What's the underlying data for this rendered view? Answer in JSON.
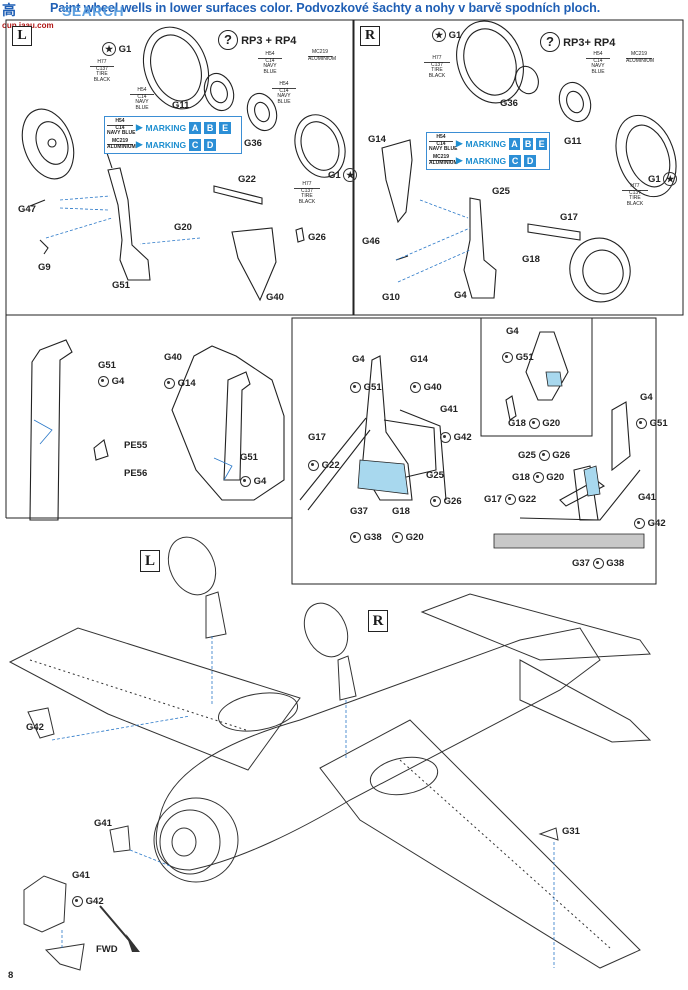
{
  "header": {
    "instruction": "Paint wheel wells in lower surfaces color.  Podvozkové šachty a nohy v barvě spodních ploch.",
    "watermark": "SEARCH",
    "logo_top": "高",
    "logo_bottom": "oup.iaau.com"
  },
  "panel_left": {
    "side_letter": "L",
    "g1_label": "G1",
    "rp_label": "RP3 + RP4",
    "mc219_top": "MC219",
    "mc219_bottom": "ALUMINIUM",
    "h54_top": "H54",
    "h54_c": "C14",
    "h54_bottom": "NAVY BLUE",
    "h77_top": "H77",
    "h77_c": "C137",
    "h77_bottom": "TIRE BLACK",
    "g11": "G11",
    "g36": "G36",
    "marking_label": "MARKING",
    "marking_row1": [
      "A",
      "B",
      "E"
    ],
    "marking_row2": [
      "C",
      "D"
    ],
    "g22": "G22",
    "g47": "G47",
    "g20": "G20",
    "g26": "G26",
    "g9": "G9",
    "g51": "G51",
    "g40": "G40"
  },
  "panel_right": {
    "side_letter": "R",
    "g1_label": "G1",
    "rp_label": "RP3+ RP4",
    "g36": "G36",
    "g11": "G11",
    "g14": "G14",
    "g25": "G25",
    "g17": "G17",
    "g46": "G46",
    "g18": "G18",
    "g10": "G10",
    "g4": "G4"
  },
  "detail": {
    "a_g51": "G51",
    "a_g4": "G4",
    "a_g40": "G40",
    "a_g14": "G14",
    "a_pe55": "PE55",
    "a_pe56": "PE56",
    "b_g51": "G51",
    "b_g4": "G4",
    "c_g4": "G4",
    "c_g51": "G51",
    "c_g14": "G14",
    "c_g40": "G40",
    "c_g41": "G41",
    "c_g42": "G42",
    "c_g17": "G17",
    "c_g22": "G22",
    "c_g25": "G25",
    "c_g26": "G26",
    "c_g37": "G37",
    "c_g38": "G38",
    "c_g18": "G18",
    "c_g20": "G20",
    "d_g4": "G4",
    "d_g51": "G51",
    "d_g18": "G18",
    "d_g20": "G20",
    "e_g4": "G4",
    "e_g51": "G51",
    "e_g25": "G25",
    "e_g26": "G26",
    "e_g18": "G18",
    "e_g20": "G20",
    "e_g17": "G17",
    "e_g22": "G22",
    "e_g41": "G41",
    "e_g42": "G42",
    "e_g37": "G37",
    "e_g38": "G38"
  },
  "bottom": {
    "side_l": "L",
    "side_r": "R",
    "g42": "G42",
    "g41": "G41",
    "g41b": "G41",
    "g42b": "G42",
    "g31": "G31",
    "fwd": "FWD",
    "page_number": "8"
  }
}
